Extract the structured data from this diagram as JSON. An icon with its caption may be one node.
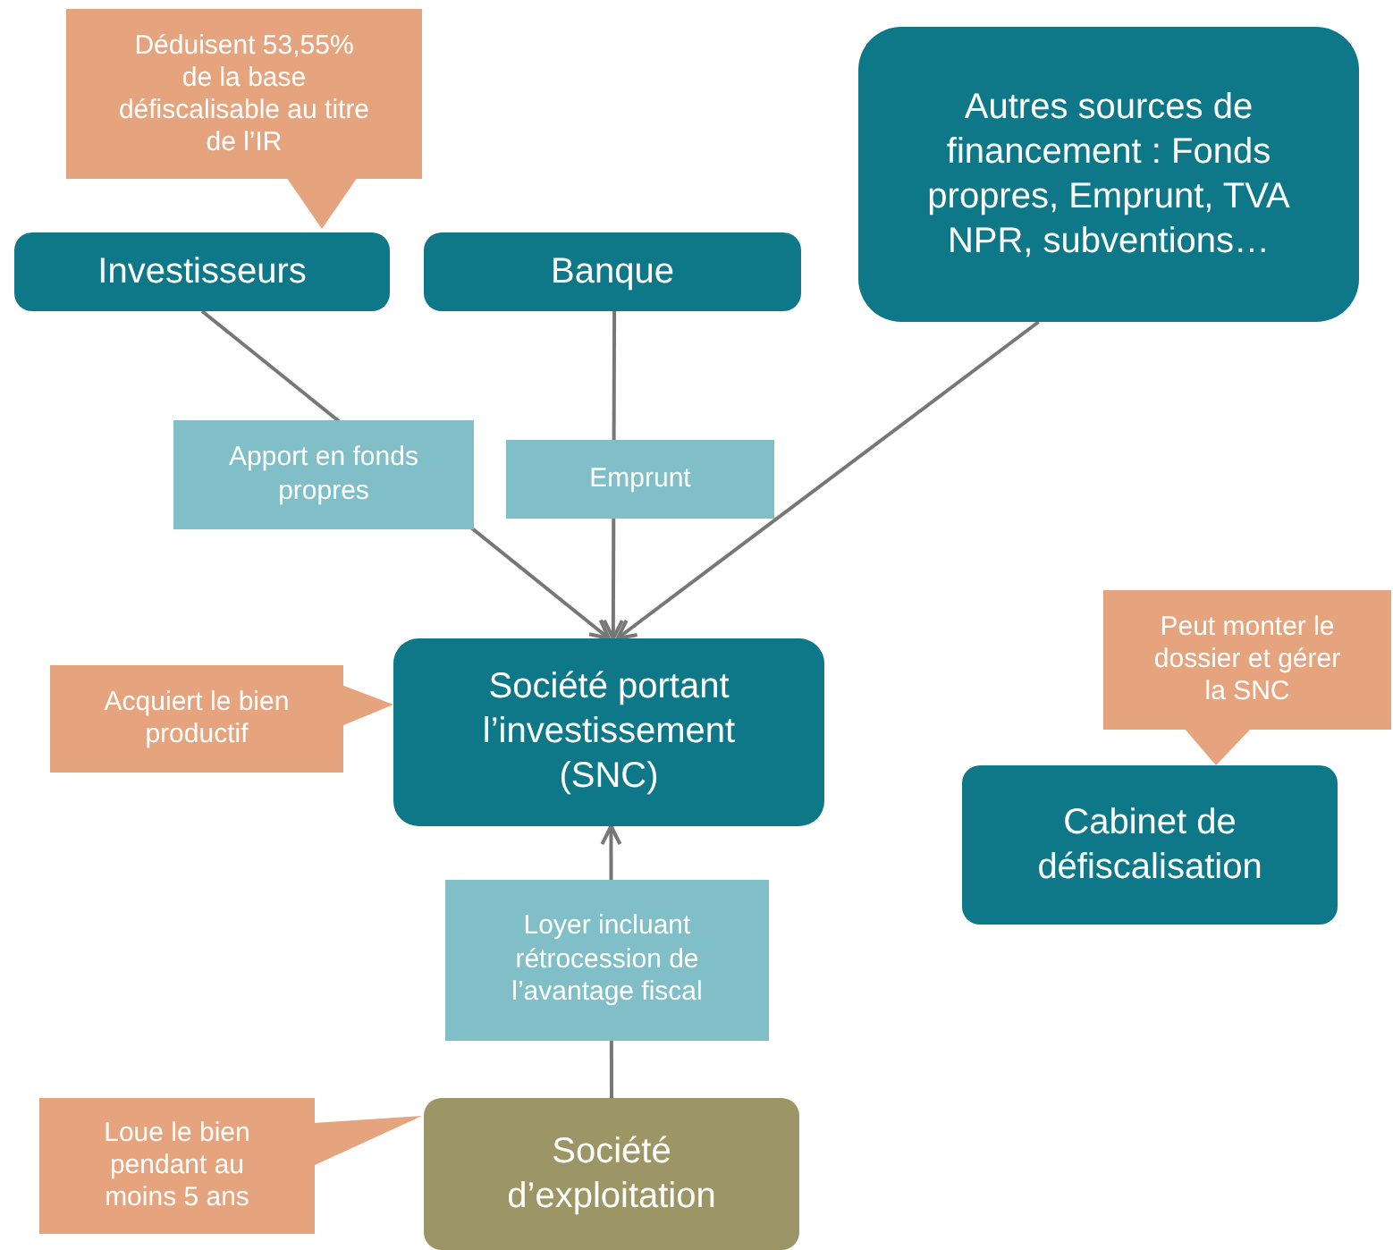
{
  "diagram": {
    "nodes": [
      {
        "text": [
          "Déduisent  53,55% de la base défiscalisable au titre de l’IR"
        ]
      },
      {
        "text": [
          "Investisseurs"
        ]
      },
      {
        "text": [
          "Banque"
        ]
      },
      {
        "text": [
          "Autres sources de financement : Fonds propres, Emprunt, TVA NPR, subventions…"
        ]
      },
      {
        "text": [
          "Acquiert le bien productif"
        ]
      },
      {
        "text": [
          "Société portant l’investissement (SNC)"
        ]
      },
      {
        "text": [
          "Peut monter le dossier et gérer la SNC"
        ]
      },
      {
        "text": [
          "Cabinet de défiscalisation"
        ]
      },
      {
        "text": [
          "Loue le bien pendant au moins 5 ans"
        ]
      },
      {
        "text": [
          "Société d’exploitation"
        ]
      }
    ],
    "edges": [
      {
        "from": 1,
        "to": 5,
        "arrow": "to",
        "label": "Apport en fonds propres"
      },
      {
        "from": 2,
        "to": 5,
        "arrow": "to",
        "label": "Emprunt"
      },
      {
        "from": 3,
        "to": 5,
        "arrow": "to"
      },
      {
        "from": 9,
        "to": 5,
        "arrow": "to",
        "label": "Loyer incluant rétrocession de l’avantage fiscal"
      }
    ]
  }
}
